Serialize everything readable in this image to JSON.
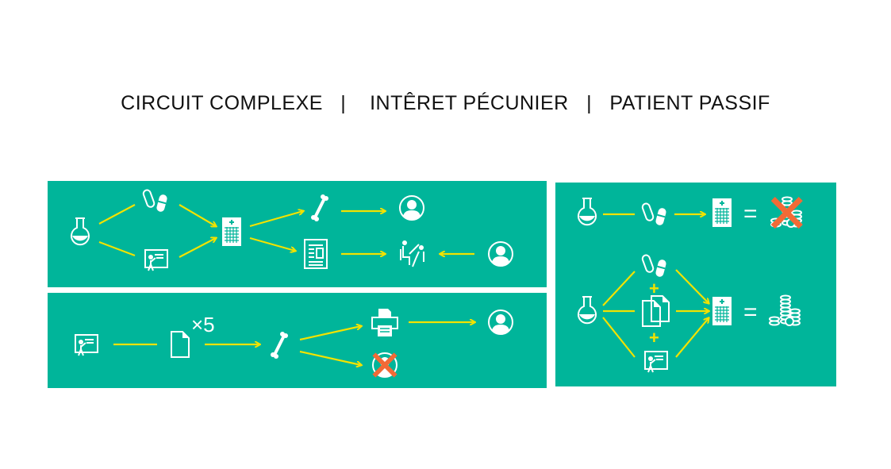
{
  "title": {
    "part1": "CIRCUIT COMPLEXE",
    "sep": "|",
    "part2": "INTÊRET PÉCUNIER",
    "part3": "PATIENT PASSIF"
  },
  "panels": {
    "complex_circuit": {
      "icons": [
        "flask-icon",
        "pills-icon",
        "teacher-icon",
        "hospital-icon",
        "bone-icon",
        "user-icon",
        "document-icon",
        "meeting-icon",
        "user-icon"
      ]
    },
    "passive_patient": {
      "multiplier": "×5",
      "icons": [
        "teacher-icon",
        "file-icon",
        "bone-icon",
        "printer-icon",
        "user-icon",
        "user-crossed-icon"
      ]
    },
    "pecuniary_interest": {
      "plus": "+",
      "equals": "=",
      "icons": [
        "flask-icon",
        "pills-icon",
        "hospital-icon",
        "coins-crossed-icon",
        "files-icon",
        "teacher-icon",
        "coins-icon"
      ]
    }
  },
  "colors": {
    "panel": "#00b59a",
    "arrow": "#f2e200",
    "cross": "#f26a36",
    "icon": "#ffffff"
  }
}
